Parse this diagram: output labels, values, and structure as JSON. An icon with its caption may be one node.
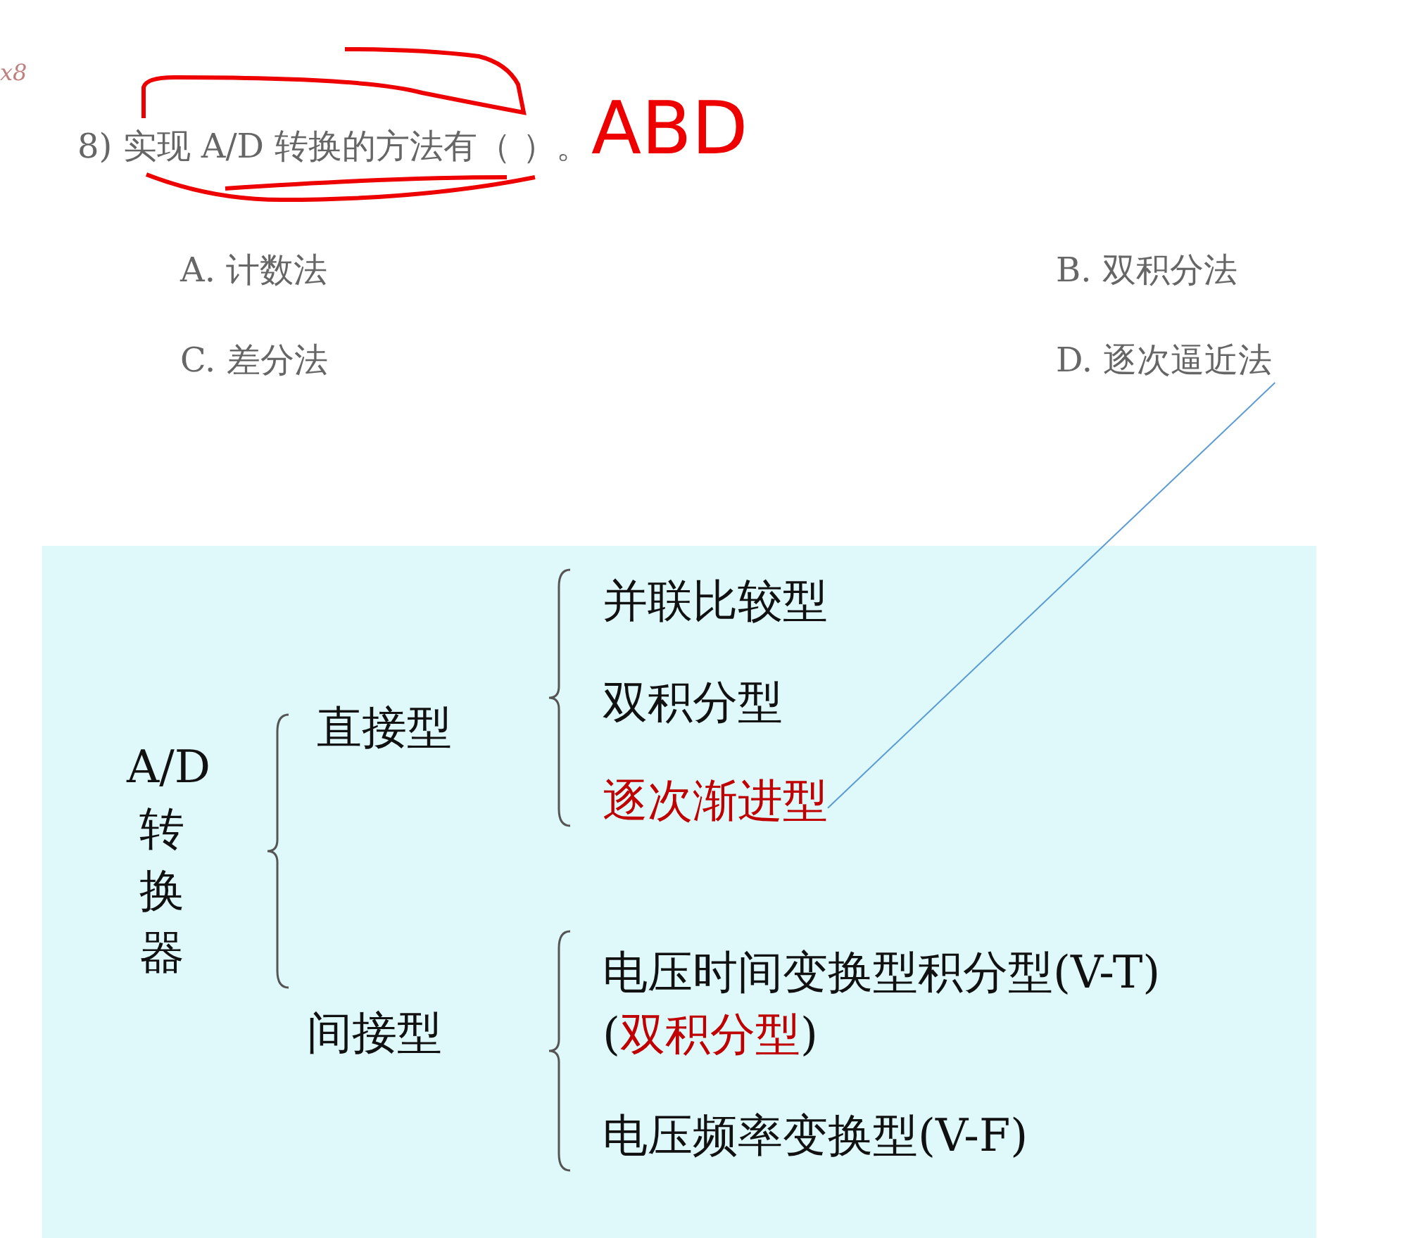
{
  "diagram": {
    "nodes": [
      {
        "text": [],
        "shape": "box"
      },
      {
        "text": [
          "A/D转换器"
        ],
        "in": 0
      },
      {
        "text": [
          "直接型"
        ],
        "in": 0
      },
      {
        "text": [
          "并联比较型"
        ],
        "in": 0
      },
      {
        "text": [
          "双积分型"
        ],
        "in": 0
      },
      {
        "text": [
          "逐次渐进型"
        ],
        "in": 0
      },
      {
        "text": [
          "间接型"
        ],
        "in": 0
      },
      {
        "text": [
          "电压时间变换型积分型(V-T)",
          "(双积分型)"
        ],
        "in": 0
      },
      {
        "text": [
          "电压频率变换型(V-F)"
        ],
        "in": 0
      },
      {
        "text": [
          "D. 逐次逼近法"
        ]
      }
    ],
    "edges": [
      {
        "from": 5,
        "to": 9,
        "arrow": "none",
        "color": "#5b9bd5"
      }
    ],
    "labels": [
      "x8",
      "8) 实现 A/D 转换的方法有（ ）。",
      "ABD",
      "A. 计数法",
      "B. 双积分法",
      "C. 差分法"
    ]
  }
}
